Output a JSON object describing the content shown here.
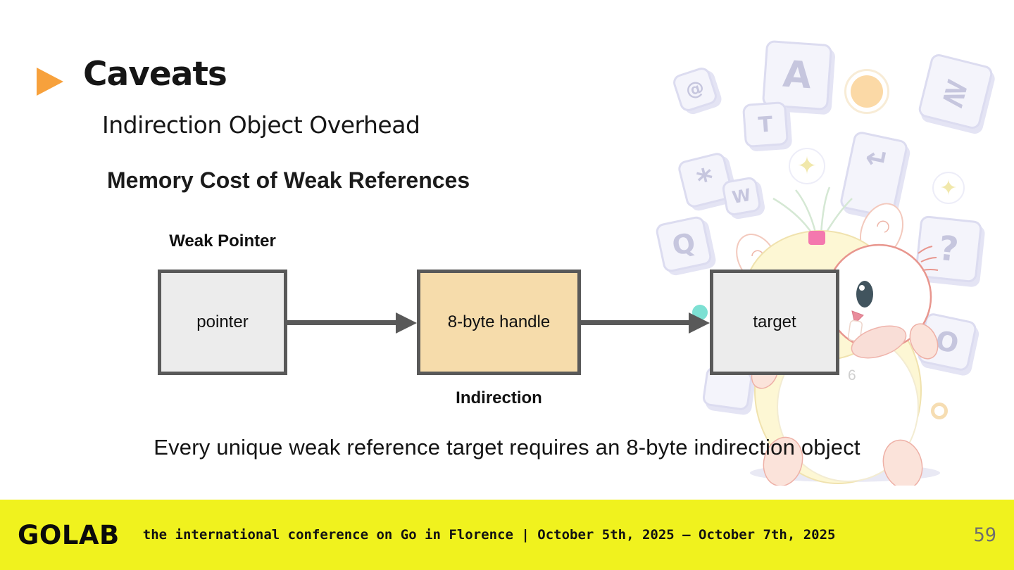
{
  "slide": {
    "title": "Caveats",
    "subtitle": "Indirection Object Overhead",
    "section_heading": "Memory Cost of Weak References",
    "conclusion": "Every unique weak reference target requires an 8-byte indirection object"
  },
  "diagram": {
    "top_label": "Weak Pointer",
    "bottom_label": "Indirection",
    "nodes": [
      {
        "id": "pointer",
        "label": "pointer"
      },
      {
        "id": "handle",
        "label": "8-byte handle"
      },
      {
        "id": "target",
        "label": "target"
      }
    ],
    "colors": {
      "node_fill": "#ECECEC",
      "handle_fill": "#F6DCAB",
      "border": "#595959",
      "arrow": "#595959"
    }
  },
  "footer": {
    "logo": "GOLAB",
    "tagline": "the international conference on Go in Florence | October 5th, 2025 – October 7th, 2025",
    "page_number": "59",
    "background": "#F0F21E"
  },
  "accent": {
    "bullet_color": "#F7A13C"
  },
  "decor": {
    "keys": {
      "at": "@",
      "a": "A",
      "t": "T",
      "gtlt": "≷",
      "enter": "↵",
      "asterisk": "*",
      "w": "W",
      "q": "Q",
      "question": "?",
      "o": "O"
    },
    "sparkle": "✦",
    "mascot_digit": "6"
  }
}
